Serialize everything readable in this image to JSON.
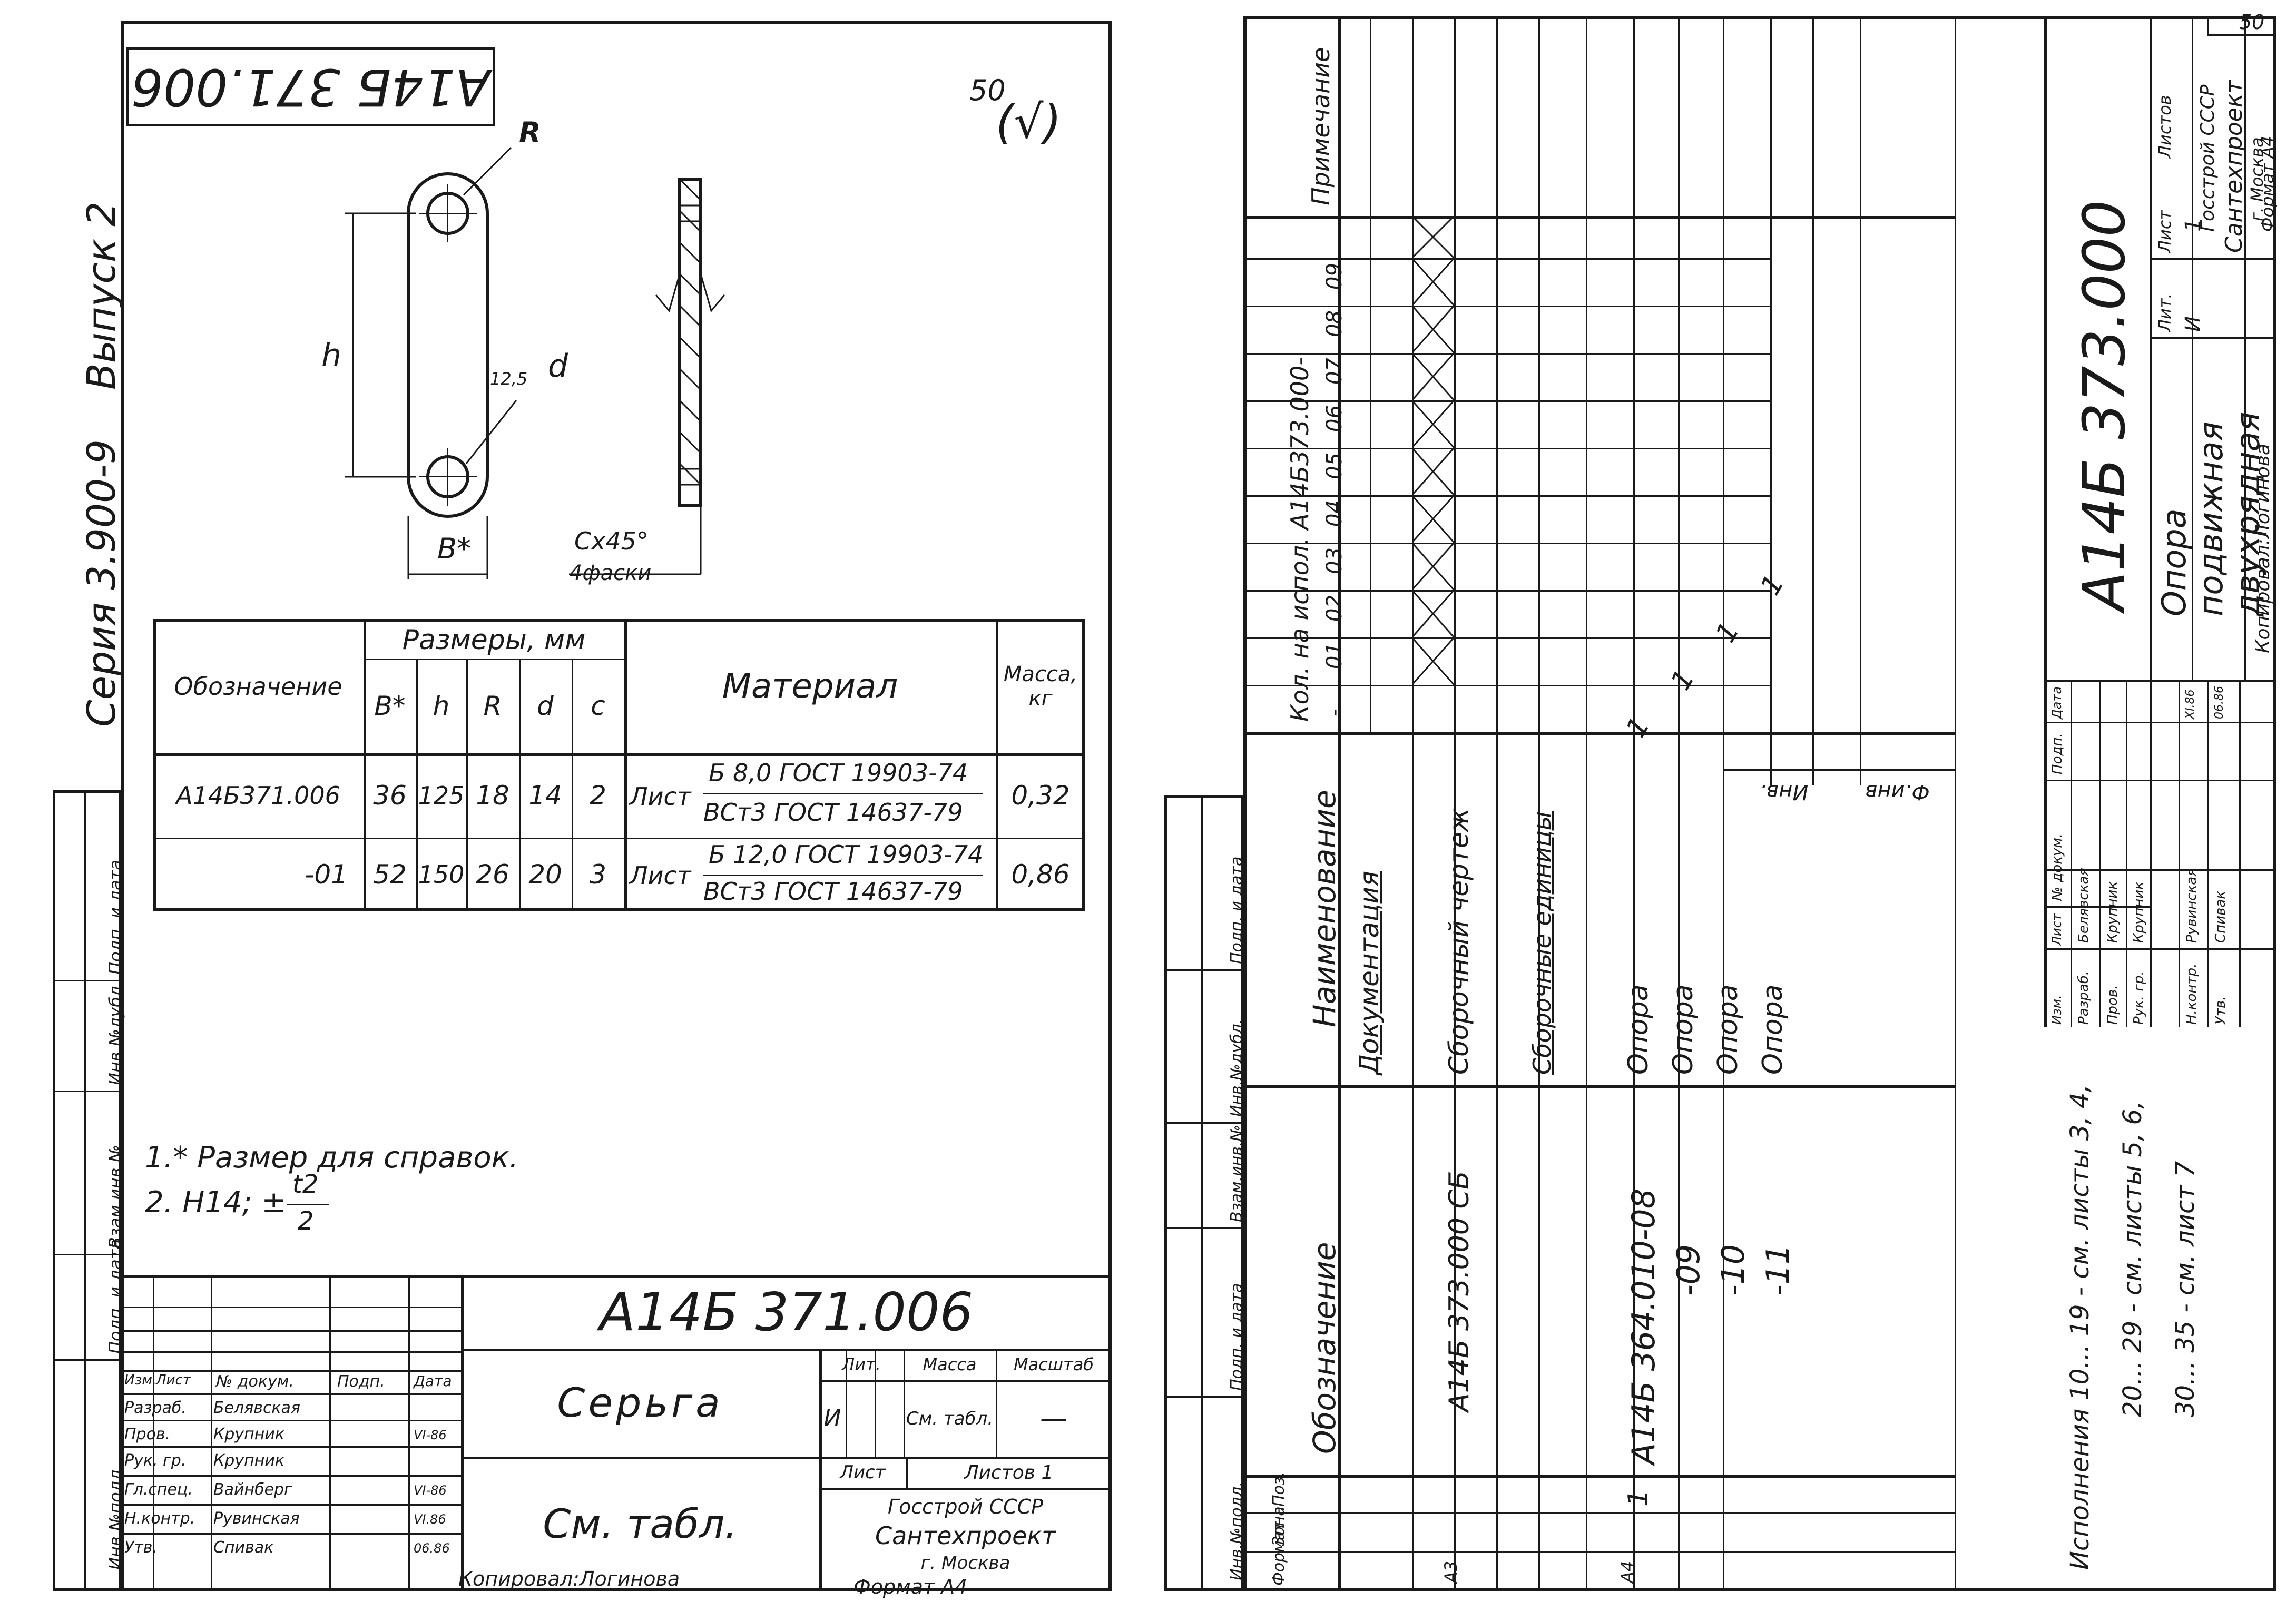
{
  "left_sheet": {
    "stamp_top": "А14Б 371.006",
    "roughness_value": "50",
    "roughness_symbol": "(√)",
    "side_label": {
      "series": "Серия 3.900-9",
      "issue": "Выпуск 2"
    },
    "side_strip_labels": [
      "Инв.№подл.",
      "Подп. и дата",
      "Взам.инв.№",
      "Инв.№дубл.",
      "Подп. и дата"
    ],
    "drawing_labels": {
      "R": "R",
      "h": "h",
      "d": "d",
      "b": "B*",
      "roughness": "12,5",
      "chamfer": "Cx45°",
      "chamfer_count": "4фаски"
    },
    "table": {
      "headers": {
        "designation": "Обозначение",
        "dims": "Размеры, мм",
        "material": "Материал",
        "mass": "Масса, кг"
      },
      "dim_cols": [
        "B*",
        "h",
        "R",
        "d",
        "c"
      ],
      "rows": [
        {
          "designation": "А14Б371.006",
          "dims": [
            "36",
            "125",
            "18",
            "14",
            "2"
          ],
          "material_prefix": "Лист",
          "material_top": "Б 8,0 ГОСТ 19903-74",
          "material_bottom": "ВСт3 ГОСТ 14637-79",
          "mass": "0,32"
        },
        {
          "designation": "-01",
          "dims": [
            "52",
            "150",
            "26",
            "20",
            "3"
          ],
          "material_prefix": "Лист",
          "material_top": "Б 12,0 ГОСТ 19903-74",
          "material_bottom": "ВСт3 ГОСТ 14637-79",
          "mass": "0,86"
        }
      ]
    },
    "notes": [
      "1.* Размер для справок.",
      "2. H14; ±",
      "t2",
      "2"
    ],
    "title_block": {
      "doc_number": "А14Б 371.006",
      "name": "Серьга",
      "material": "См. табл.",
      "col_headers": [
        "Изм.",
        "Лист",
        "№ докум.",
        "Подп.",
        "Дата"
      ],
      "roles": [
        {
          "role": "Разраб.",
          "name": "Белявская",
          "date": ""
        },
        {
          "role": "Пров.",
          "name": "Крупник",
          "date": "VI-86"
        },
        {
          "role": "Рук. гр.",
          "name": "Крупник",
          "date": ""
        },
        {
          "role": "Гл.спец.",
          "name": "Вайнберг",
          "date": "VI-86"
        },
        {
          "role": "Н.контр.",
          "name": "Рувинская",
          "date": "VI.86"
        },
        {
          "role": "Утв.",
          "name": "Спивак",
          "date": "06.86"
        }
      ],
      "lit_header": "Лит.",
      "mass_header": "Масса",
      "scale_header": "Масштаб",
      "lit_value": "И",
      "mass_value": "См. табл.",
      "scale_value": "—",
      "sheet_label": "Лист",
      "sheets_label": "Листов 1",
      "org_line1": "Госстрой СССР",
      "org_line2": "Сантехпроект",
      "org_line3": "г. Москва"
    },
    "copied": "Копировал:Логинова",
    "format": "Формат А4"
  },
  "right_sheet": {
    "corner_number": "50",
    "spec_headers": {
      "format": "Формат",
      "zone": "Зона",
      "pos": "Поз.",
      "designation": "Обозначение",
      "name": "Наименование",
      "qty": "Кол. на испол. А14Б373.000-",
      "note": "Примечание",
      "qty_cols": [
        "-",
        "01",
        "02",
        "03",
        "04",
        "05",
        "06",
        "07",
        "08",
        "09"
      ]
    },
    "spec_rows": [
      {
        "format": "",
        "pos": "",
        "designation": "",
        "name": "Документация",
        "underline": true
      },
      {
        "format": "А3",
        "pos": "",
        "designation": "А14Б 373.000 СБ",
        "name": "Сборочный чертеж",
        "crossed": true
      },
      {
        "format": "",
        "pos": "",
        "designation": "",
        "name": "Сборочные единицы",
        "underline": true
      },
      {
        "format": "А4",
        "pos": "1",
        "designation": "А14Б 364.010-08",
        "name": "Опора",
        "qty_col": 0,
        "qty": "1"
      },
      {
        "format": "",
        "pos": "",
        "designation": "-09",
        "name": "Опора",
        "qty_col": 1,
        "qty": "1"
      },
      {
        "format": "",
        "pos": "",
        "designation": "-10",
        "name": "Опора",
        "qty_col": 2,
        "qty": "1"
      },
      {
        "format": "",
        "pos": "",
        "designation": "-11",
        "name": "Опора",
        "qty_col": 3,
        "qty": "1"
      }
    ],
    "side_labels": [
      "Инв.№подл.",
      "Подп. и дата",
      "Взам.инв.№",
      "Инв.№дубл.",
      "Подп. и дата"
    ],
    "mid_labels": [
      "Инв.",
      "Ф.инв"
    ],
    "title_block": {
      "doc_number": "А14Б 373.000",
      "name_line1": "Опора",
      "name_line2": "подвижная",
      "name_line3": "двухрядная",
      "col_headers": [
        "Изм.",
        "Лист",
        "№ докум.",
        "Подп.",
        "Дата"
      ],
      "roles": [
        {
          "role": "Разраб.",
          "name": "Белявская",
          "date": ""
        },
        {
          "role": "Пров.",
          "name": "Крупник",
          "date": ""
        },
        {
          "role": "Рук. гр.",
          "name": "Крупник",
          "date": ""
        },
        {
          "role": "Н.контр.",
          "name": "Рувинская",
          "date": "XI.86"
        },
        {
          "role": "Утв.",
          "name": "Спивак",
          "date": "06.86"
        }
      ],
      "lit_header": "Лит.",
      "sheet_header": "Лист",
      "sheets_header": "Листов",
      "lit_value": "И",
      "sheet_value": "1",
      "sheets_value": "",
      "org_line1": "Госстрой СССР",
      "org_line2": "Сантехпроект",
      "org_line3": "г. Москва",
      "format": "Формат А4",
      "copied": "Копировал:Логинова"
    },
    "executions": [
      "Исполнения 10... 19 - см. листы 3, 4,",
      "20... 29 - см. листы 5, 6,",
      "30... 35 - см. лист 7"
    ]
  }
}
